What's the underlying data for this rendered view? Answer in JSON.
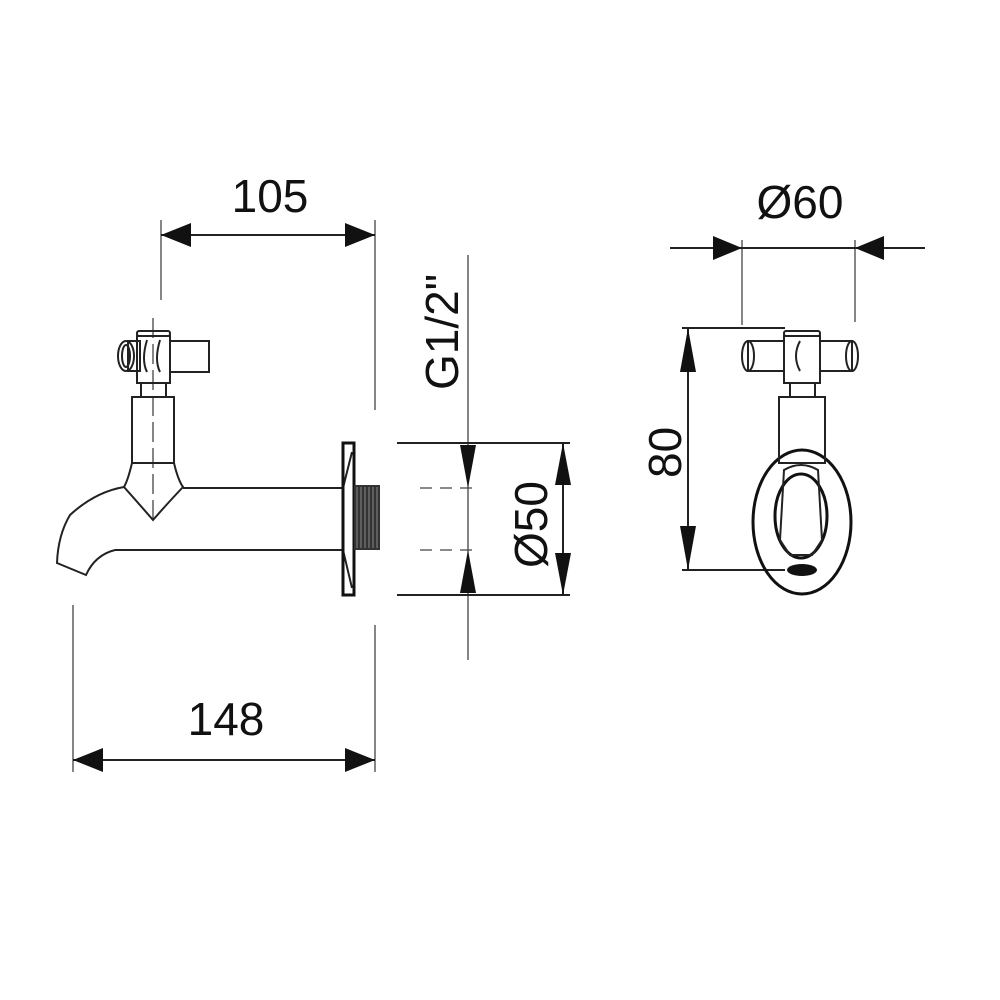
{
  "drawing": {
    "side_view": {
      "dim_top_width": "105",
      "dim_total_length": "148",
      "dim_thread": "G1/2\"",
      "dim_flange_diameter": "Ø50"
    },
    "front_view": {
      "dim_handle_diameter": "Ø60",
      "dim_height": "80"
    }
  },
  "colors": {
    "line": "#111111",
    "background": "#ffffff"
  }
}
